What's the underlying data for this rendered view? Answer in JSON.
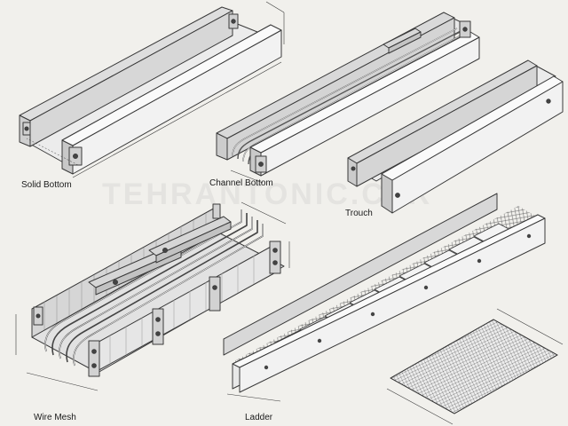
{
  "labels": {
    "solid_bottom": "Solid Bottom",
    "channel_bottom": "Channel Bottom",
    "trough": "Trouch",
    "wire_mesh": "Wire Mesh",
    "ladder": "Ladder"
  },
  "watermark": "TEHRANTONIC.C.IR",
  "colors": {
    "background": "#f1f0ec",
    "metal_light": "#f3f3f3",
    "metal_mid": "#dcdcdc",
    "metal_dark": "#bdbdbd",
    "outline": "#3a3a3a"
  }
}
